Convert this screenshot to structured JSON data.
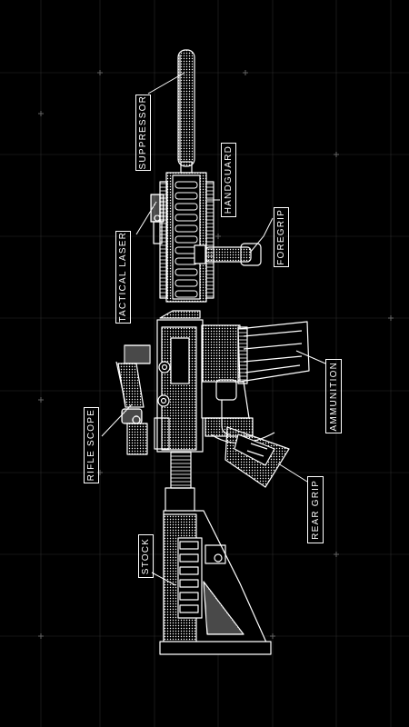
{
  "theme": {
    "background": "#000000",
    "line_color": "#ffffff",
    "grid_color": "#2a2a2a"
  },
  "labels": {
    "suppressor": "SUPPRESSOR",
    "handguard": "HANDGUARD",
    "tactical_laser": "TACTICAL LASER",
    "foregrip": "FOREGRIP",
    "ammunition": "AMMUNITION",
    "rifle_scope": "RIFLE SCOPE",
    "rear_grip": "REAR GRIP",
    "stock": "STOCK"
  }
}
